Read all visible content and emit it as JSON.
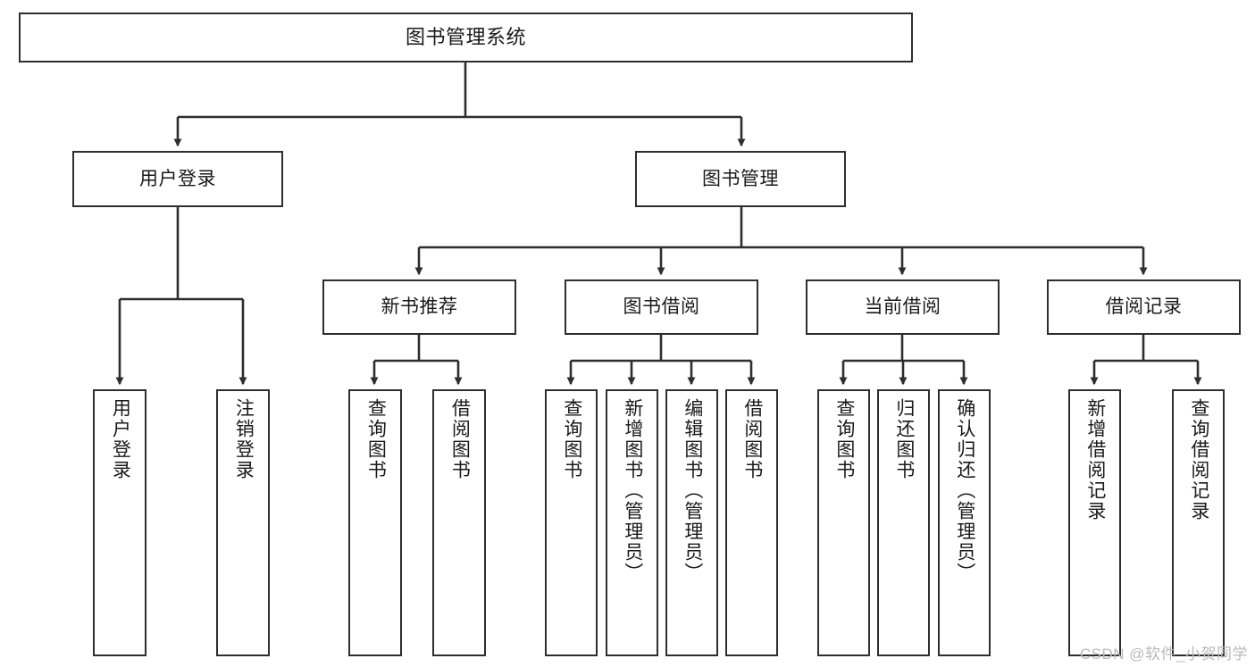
{
  "diagram": {
    "title": "图书管理系统",
    "type": "functional-structure-tree",
    "watermark": "CSDN @软件_小贺同学",
    "colors": {
      "box_border": "#2e2e2e",
      "box_fill": "#ffffff",
      "connector": "#2e2e2e",
      "text": "#1a1a1a",
      "watermark": "#b9b9b9",
      "background": "#ffffff"
    }
  },
  "root": {
    "label": "图书管理系统"
  },
  "level2": [
    {
      "label": "用户登录"
    },
    {
      "label": "图书管理"
    }
  ],
  "level3": [
    {
      "label": "新书推荐"
    },
    {
      "label": "图书借阅"
    },
    {
      "label": "当前借阅"
    },
    {
      "label": "借阅记录"
    }
  ],
  "leaves": {
    "user_login": [
      {
        "label": "用户登录"
      },
      {
        "label": "注销登录"
      }
    ],
    "new_book_recommend": [
      {
        "label": "查询图书"
      },
      {
        "label": "借阅图书"
      }
    ],
    "book_borrow": [
      {
        "label": "查询图书"
      },
      {
        "label": "新增图书（管理员）"
      },
      {
        "label": "编辑图书（管理员）"
      },
      {
        "label": "借阅图书"
      }
    ],
    "current_borrow": [
      {
        "label": "查询图书"
      },
      {
        "label": "归还图书"
      },
      {
        "label": "确认归还（管理员）"
      }
    ],
    "borrow_record": [
      {
        "label": "新增借阅记录"
      },
      {
        "label": "查询借阅记录"
      }
    ]
  }
}
